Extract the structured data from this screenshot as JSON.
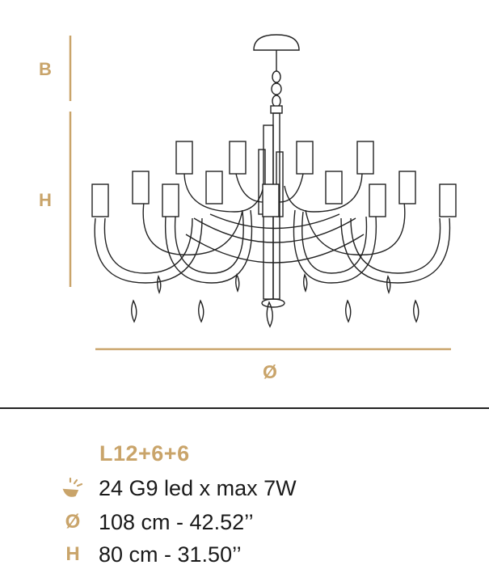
{
  "dimensions": {
    "b_label": "B",
    "h_label": "H",
    "diameter_label": "Ø"
  },
  "product": {
    "model": "L12+6+6"
  },
  "specs": [
    {
      "icon": "bulb-icon",
      "text": "24 G9 led x max 7W"
    },
    {
      "icon": "diameter-icon",
      "symbol": "Ø",
      "text": "108 cm - 42.52’’"
    },
    {
      "icon": "height-icon",
      "symbol": "H",
      "text": "80 cm - 31.50’’"
    }
  ],
  "colors": {
    "accent": "#c9a46a",
    "line": "#222222"
  }
}
